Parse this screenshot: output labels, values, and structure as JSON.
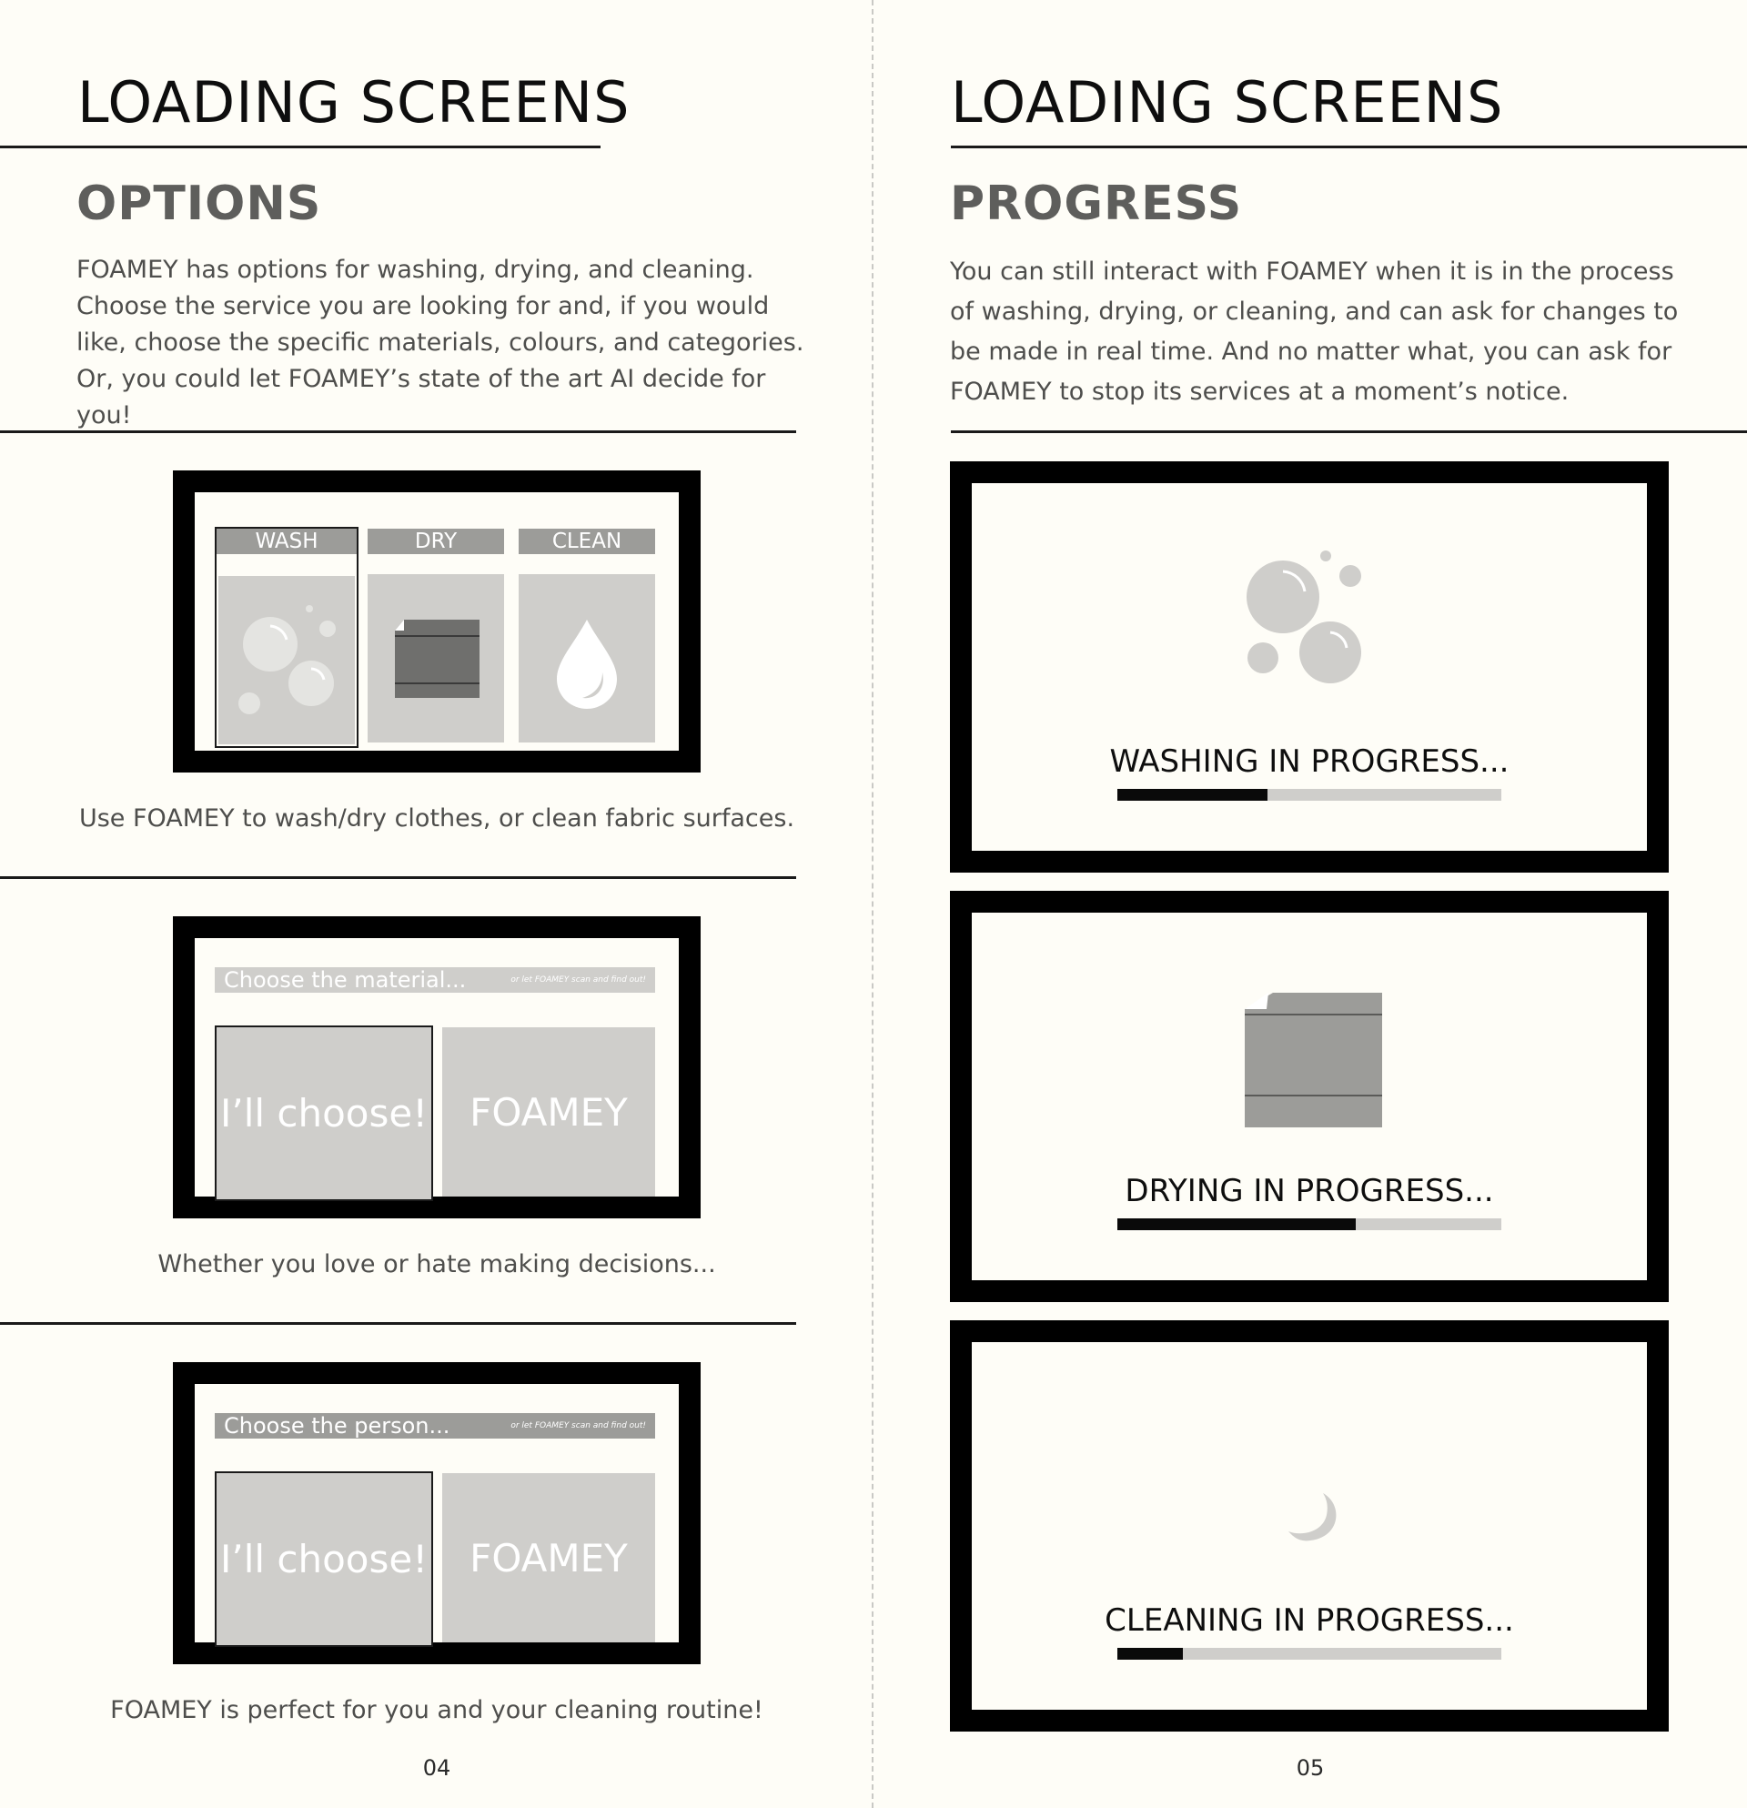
{
  "left_page": {
    "title": "LOADING SCREENS",
    "subtitle": "OPTIONS",
    "intro": "FOAMEY has options for washing, drying, and cleaning. Choose the service you are looking for and, if you would like, choose the specific materials, colours, and categories. Or, you could let FOAMEY’s state of the art AI decide for you!",
    "service_screen": {
      "tabs": [
        "WASH",
        "DRY",
        "CLEAN"
      ],
      "selected_tab": "WASH",
      "caption": "Use FOAMEY to wash/dry clothes, or clean fabric surfaces."
    },
    "material_screen": {
      "prompt": "Choose the material...",
      "hint": "or let FOAMEY scan and find out!",
      "choice_self": "I’ll choose!",
      "choice_ai": "FOAMEY",
      "caption": "Whether you love or hate making decisions..."
    },
    "person_screen": {
      "prompt": "Choose the person...",
      "hint": "or let FOAMEY scan and find out!",
      "choice_self": "I’ll choose!",
      "choice_ai": "FOAMEY",
      "caption": "FOAMEY is perfect for you and your cleaning routine!"
    },
    "page_number": "04"
  },
  "right_page": {
    "title": "LOADING SCREENS",
    "subtitle": "PROGRESS",
    "intro": "You can still interact with FOAMEY when it is in the process of washing, drying, or cleaning, and can ask for changes to be made in real time. And no matter what, you can ask for FOAMEY to stop its services at a moment’s notice.",
    "progress_screens": [
      {
        "label": "WASHING IN PROGRESS...",
        "progress": 0.39,
        "icon": "bubbles-icon"
      },
      {
        "label": "DRYING IN PROGRESS...",
        "progress": 0.62,
        "icon": "towel-icon"
      },
      {
        "label": "CLEANING IN PROGRESS...",
        "progress": 0.17,
        "icon": "crescent-icon"
      }
    ],
    "page_number": "05"
  },
  "colors": {
    "page_bg": "#fefdf7",
    "frame": "#000000",
    "panel": "#cfcecb",
    "label_bar": "#9c9c99",
    "progress_fill": "#0a0a0a"
  }
}
